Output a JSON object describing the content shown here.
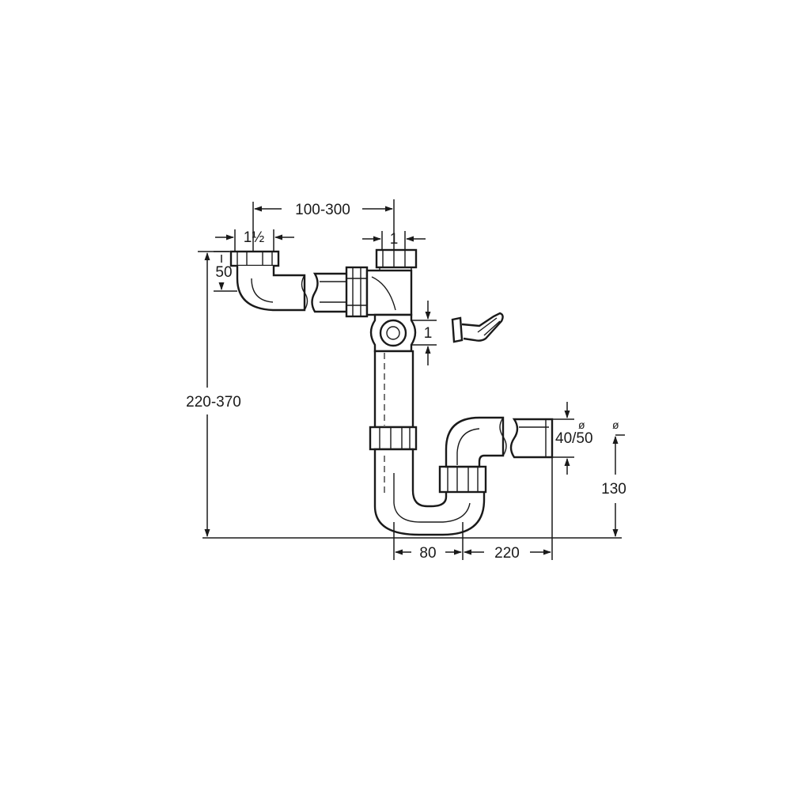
{
  "diagram": {
    "labels": {
      "width_range": "100-300",
      "inlet_size_left": "1½",
      "inlet_size_right": "1",
      "height_left": "50",
      "total_height": "220-370",
      "side_inlet_size": "1",
      "outlet_diameter": "40/50",
      "diameter_symbol": "ø",
      "outlet_height": "130",
      "trap_width": "80",
      "outlet_length": "220"
    },
    "colors": {
      "line": "#1a1a1a",
      "background": "#ffffff"
    }
  }
}
